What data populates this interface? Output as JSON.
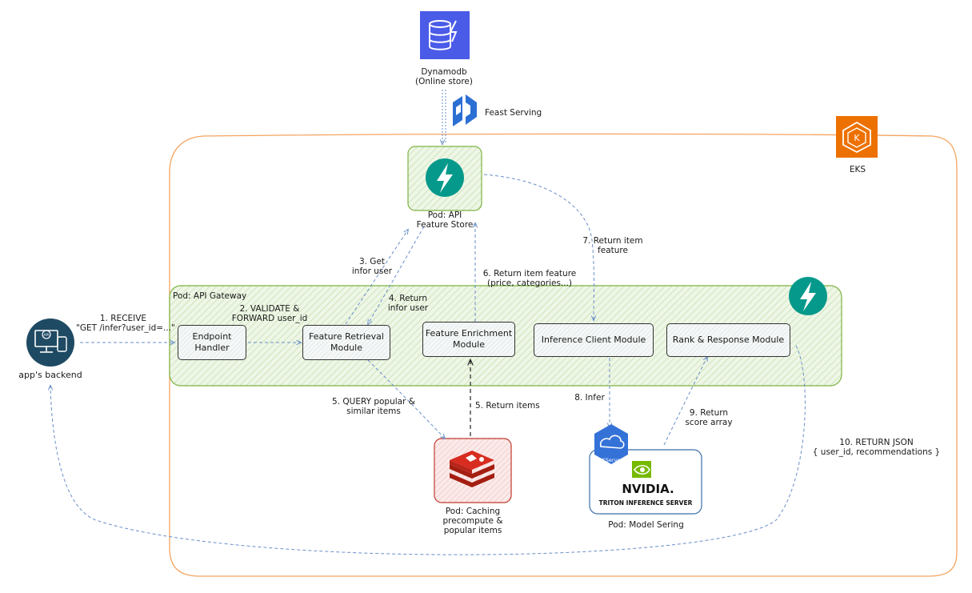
{
  "colors": {
    "eks_border": "#f4a460",
    "gateway_border": "#7cb342",
    "gateway_fill": "#e6f2dc",
    "arrow": "#6a8fc9",
    "fastapi_teal": "#05998b",
    "aws_purple": "#4a5be8",
    "eks_orange": "#ed7100",
    "redis_red": "#d82c20",
    "nvidia_green": "#76b900",
    "kserve_blue": "#3572d8",
    "api_dark": "#1f4a63"
  },
  "nodes": {
    "dynamodb_label": "Dynamodb\n(Online store)",
    "feast_label": "Feast Serving",
    "eks_label": "EKS",
    "feature_store_label": "Pod: API\nFeature Store",
    "gateway_label": "Pod: API Gateway",
    "endpoint_handler": "Endpoint\nHandler",
    "feature_retrieval": "Feature Retrieval\nModule",
    "feature_enrichment": "Feature Enrichment\nModule",
    "inference_client": "Inference Client Module",
    "rank_response": "Rank & Response Module",
    "backend_label": "app's backend",
    "caching_label": "Pod: Caching\nprecompute &\npopular items",
    "model_serving_label": "Pod: Model Sering",
    "kserve_text": "KServe",
    "nvidia_text": "NVIDIA.",
    "triton_text": "TRITON INFERENCE SERVER",
    "api_text": "API"
  },
  "edges": {
    "e1": "1. RECEIVE\n\"GET /infer?user_id=...\"",
    "e2": "2. VALIDATE &\nFORWARD user_id",
    "e3": "3. Get\ninfor user",
    "e4": "4. Return\ninfor user",
    "e5": "5. QUERY popular &\nsimilar items",
    "e5b": "5. Return items",
    "e6": "6. Return item feature\n(price, categories...)",
    "e7": "7. Return item\nfeature",
    "e8": "8. Infer",
    "e9": "9. Return\nscore array",
    "e10": "10. RETURN JSON\n{ user_id, recommendations }"
  }
}
